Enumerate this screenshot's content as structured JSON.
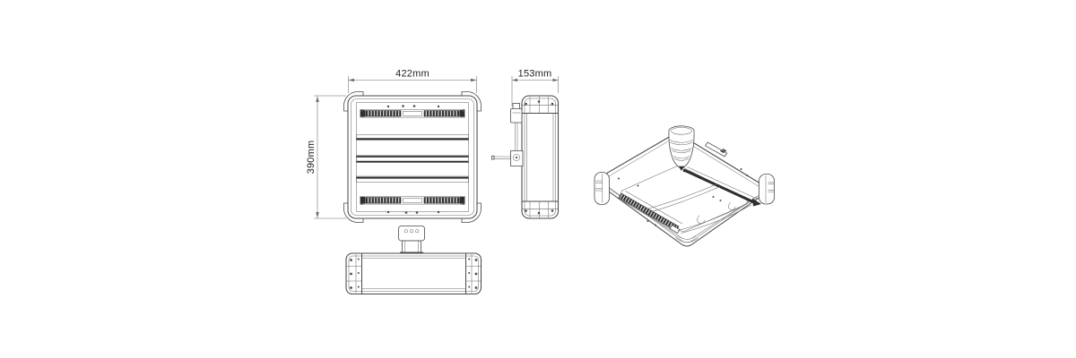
{
  "page": {
    "background_color": "#ffffff"
  },
  "colors": {
    "line": "#4a4a4a",
    "line_light": "#6e6e6e",
    "dim_line": "#9a9a9a",
    "text": "#222222",
    "grille_dark": "#2e2e2e",
    "fill_white": "#ffffff"
  },
  "dimensions": {
    "width_label": "422mm",
    "depth_label": "153mm",
    "height_label": "390mm"
  }
}
